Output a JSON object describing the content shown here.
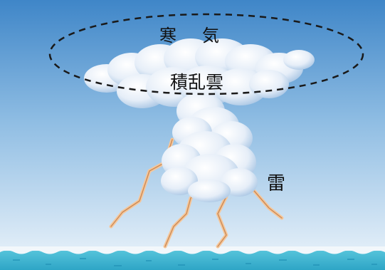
{
  "labels": {
    "cold_air_char1": "寒",
    "cold_air_char2": "気",
    "cloud": "積乱雲",
    "thunder": "雷"
  },
  "colors": {
    "sky_top": "#3f86c8",
    "sky_bottom": "#e8f2fa",
    "sea": "#3fb6d2",
    "cloud": "#eef4fb",
    "cloud_shade": "#9fbfe0",
    "lightning": "#f6c79a",
    "dashed_line": "#1a1a1a"
  }
}
